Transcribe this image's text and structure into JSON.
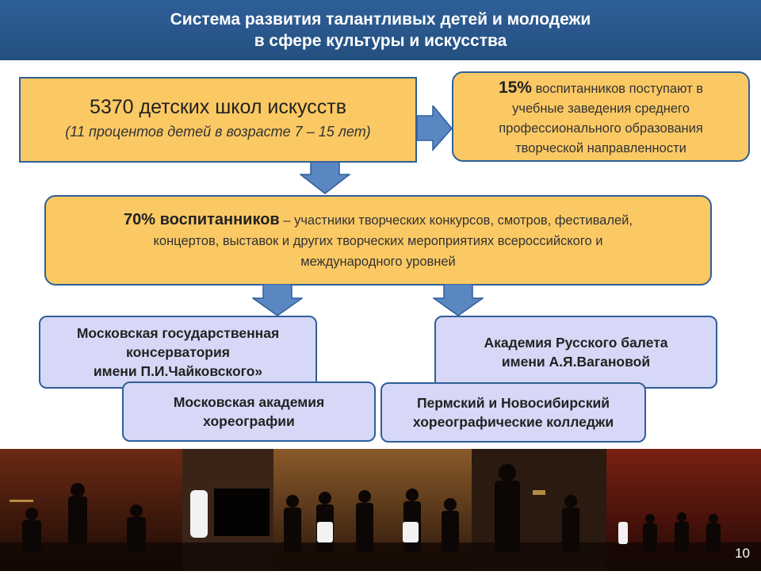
{
  "header": {
    "title_line1": "Система развития талантливых детей и молодежи",
    "title_line2": "в сфере культуры и искусства"
  },
  "schools": {
    "title": "5370 детских школ искусств",
    "subtitle": "(11 процентов детей в возрасте  7 – 15 лет)"
  },
  "pct15": {
    "percent": "15%",
    "text1": " воспитанников поступают в",
    "text2": "учебные заведения среднего",
    "text3": "профессионального образования",
    "text4": "творческой направленности"
  },
  "pct70": {
    "lead": "70% воспитанников",
    "text1": " – участники творческих конкурсов, смотров, фестивалей,",
    "text2": "концертов,   выставок и других творческих мероприятиях всероссийского и",
    "text3": "международного уровней"
  },
  "institutions": [
    {
      "line1": "Московская государственная",
      "line2": "консерватория",
      "line3": "имени П.И.Чайковского»"
    },
    {
      "line1": "Академия Русского балета",
      "line2": "имени А.Я.Вагановой"
    },
    {
      "line1": "Московская академия",
      "line2": "хореографии"
    },
    {
      "line1": "Пермский и Новосибирский",
      "line2": "хореографические колледжи"
    }
  ],
  "page_number": "10",
  "colors": {
    "header_blue": "#2f5f99",
    "box_orange": "#fbc964",
    "box_lavender": "#d7d8f7",
    "arrow_blue": "#5a86c2"
  }
}
